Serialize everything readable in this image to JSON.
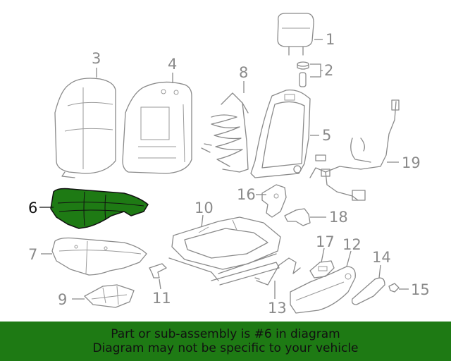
{
  "colors": {
    "highlight": "#1e7a14",
    "banner_bg": "#1e7a14",
    "part_line": "#8a8a8a"
  },
  "callouts": [
    "1",
    "2",
    "3",
    "4",
    "5",
    "6",
    "7",
    "8",
    "9",
    "10",
    "11",
    "12",
    "13",
    "14",
    "15",
    "16",
    "17",
    "18",
    "19"
  ],
  "highlighted_part": "6",
  "banner": {
    "line1": "Part or sub-assembly is #6 in diagram",
    "line2": "Diagram may not be specific to your vehicle"
  }
}
